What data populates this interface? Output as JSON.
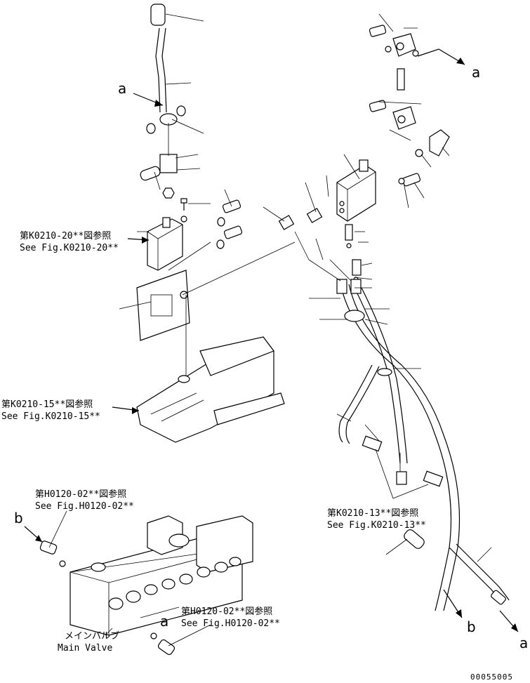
{
  "callouts": [
    {
      "id": "k0210-20",
      "jp": "第K0210-20**図参照",
      "en": "See Fig.K0210-20**"
    },
    {
      "id": "k0210-15",
      "jp": "第K0210-15**図参照",
      "en": "See Fig.K0210-15**"
    },
    {
      "id": "h0120-02-left",
      "jp": "第H0120-02**図参照",
      "en": "See Fig.H0120-02**"
    },
    {
      "id": "k0210-13",
      "jp": "第K0210-13**図参照",
      "en": "See Fig.K0210-13**"
    },
    {
      "id": "h0120-02-bottom",
      "jp": "第H0120-02**図参照",
      "en": "See Fig.H0120-02**"
    }
  ],
  "main_valve": {
    "jp": "メインバルブ",
    "en": "Main Valve"
  },
  "connection_letters": {
    "a_lever": "a",
    "a_top_right": "a",
    "b_left": "b",
    "a_valve": "a",
    "b_bottom": "b",
    "a_bottom_right": "a"
  },
  "drawing_code": "00055005"
}
